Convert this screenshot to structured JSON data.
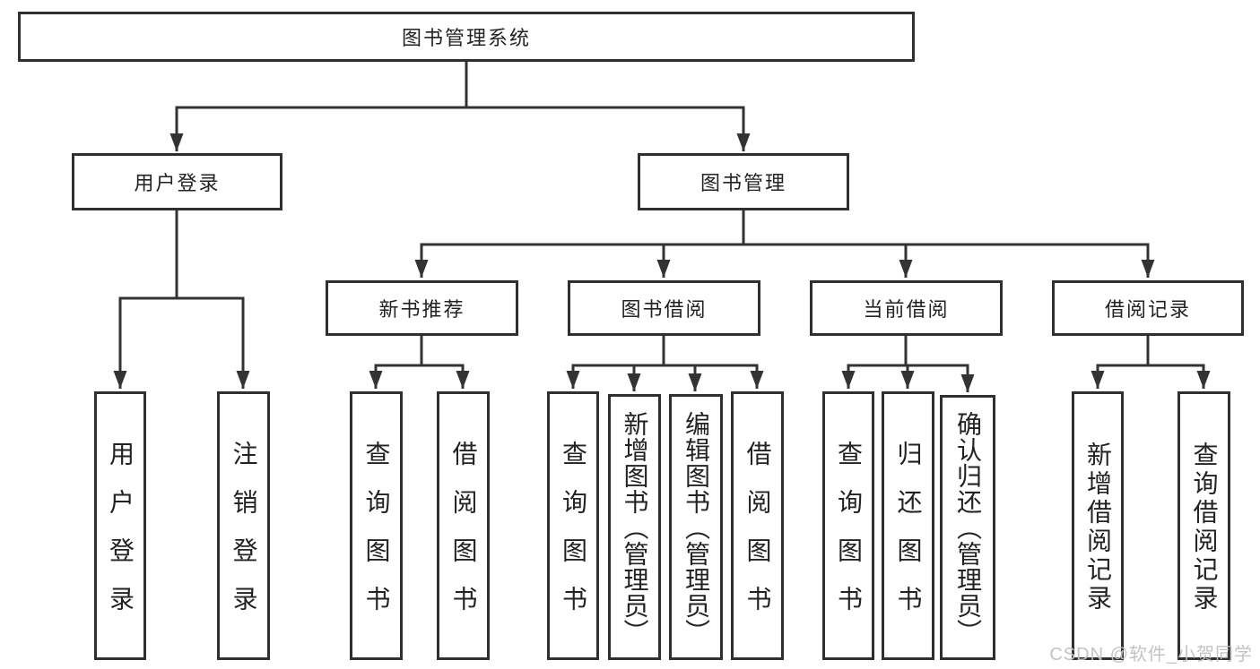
{
  "diagram": {
    "root": {
      "label": "图书管理系统"
    },
    "level2": [
      {
        "label": "用户登录"
      },
      {
        "label": "图书管理"
      }
    ],
    "level3": [
      {
        "label": "新书推荐"
      },
      {
        "label": "图书借阅"
      },
      {
        "label": "当前借阅"
      },
      {
        "label": "借阅记录"
      }
    ],
    "leaves": [
      {
        "label": "用户登录"
      },
      {
        "label": "注销登录"
      },
      {
        "label": "查询图书"
      },
      {
        "label": "借阅图书"
      },
      {
        "label": "查询图书"
      },
      {
        "label": "新增图书（管理员）"
      },
      {
        "label": "编辑图书（管理员）"
      },
      {
        "label": "借阅图书"
      },
      {
        "label": "查询图书"
      },
      {
        "label": "归还图书"
      },
      {
        "label": "确认归还（管理员）"
      },
      {
        "label": "新增借阅记录"
      },
      {
        "label": "查询借阅记录"
      }
    ]
  },
  "watermark": {
    "text": "CSDN @软件_小贺同学"
  },
  "colors": {
    "line": "#333333",
    "border": "#2f2f2f",
    "text": "#222222",
    "bg": "#ffffff",
    "wm": "#c0c0c0"
  }
}
